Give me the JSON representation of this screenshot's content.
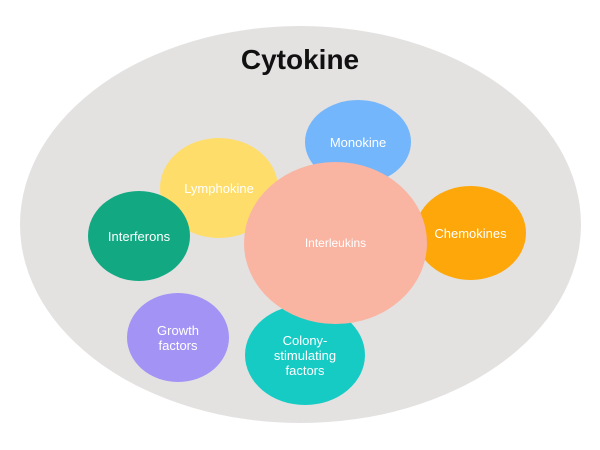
{
  "title": "Cytokine",
  "colors": {
    "outer": "#e4e1e1",
    "monokine": "#73b6fb",
    "lymphokine": "#fedd6a",
    "interferons": "#12a982",
    "chemokines": "#fda70a",
    "growth": "#a293f5",
    "colony": "#17cbc5",
    "interleukins": "#f9b4a2"
  },
  "nodes": {
    "monokine": "Monokine",
    "lymphokine": "Lymphokine",
    "interferons": "Interferons",
    "chemokines": "Chemokines",
    "growth": "Growth\nfactors",
    "colony": "Colony-\nstimulating\nfactors",
    "interleukins": "Interleukins"
  }
}
